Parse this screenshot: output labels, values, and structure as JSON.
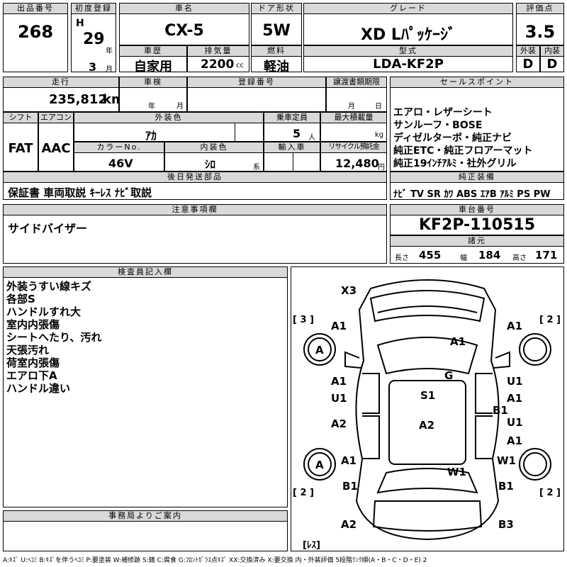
{
  "header": {
    "lot_no_label": "出品番号",
    "lot_no": "268",
    "first_reg_label": "初度登録",
    "era": "H",
    "reg_year": "29",
    "year_unit": "年",
    "reg_month": "3",
    "month_unit": "月",
    "car_name_label": "車名",
    "car_name": "CX-5",
    "door_label": "ドア形状",
    "door": "5W",
    "grade_label": "グレード",
    "grade": "XD Lﾊﾟｯｹｰｼﾞ",
    "score_label": "評価点",
    "score": "3.5",
    "history_label": "車歴",
    "history": "自家用",
    "displacement_label": "排気量",
    "displacement": "2200",
    "displacement_unit": "cc",
    "fuel_label": "燃料",
    "fuel": "軽油",
    "model_label": "型式",
    "model": "LDA-KF2P",
    "exterior_label": "外装",
    "exterior_grade": "D",
    "interior_label": "内装",
    "interior_grade": "D"
  },
  "specs": {
    "mileage_label": "走行",
    "mileage": "235,812",
    "mileage_unit": "km",
    "inspection_label": "車検",
    "inspection_year_unit": "年",
    "inspection_month_unit": "月",
    "plate_label": "登録番号",
    "transfer_label": "譲渡書類期限",
    "transfer_month_unit": "月",
    "transfer_day_unit": "日",
    "shift_label": "シフト",
    "shift": "FAT",
    "ac_label": "エアコン",
    "ac": "AAC",
    "ext_color_label": "外装色",
    "ext_color": "ｱｶ",
    "capacity_label": "乗車定員",
    "capacity": "5",
    "capacity_unit": "人",
    "load_label": "最大積載量",
    "load_unit": "kg",
    "color_no_label": "カラーNo.",
    "color_no": "46V",
    "int_color_label": "内装色",
    "int_color": "ｼﾛ",
    "int_color_unit": "系",
    "import_label": "輸入車",
    "recycle_label": "リサイクル預託金",
    "recycle": "12,480",
    "recycle_unit": "円"
  },
  "sales": {
    "label": "セールスポイント",
    "points": [
      "エアロ・レザーシート",
      "サンルーフ・BOSE",
      "ディゼルターボ・純正ナビ",
      "純正ETC・純正フロアーマット",
      "純正19ｲﾝﾁｱﾙﾐ・社外グリル"
    ]
  },
  "parts": {
    "label": "後日発送部品",
    "value": "保証書 車両取説 ｷｰﾚｽ ﾅﾋﾞ取説"
  },
  "equipment": {
    "label": "純正装備",
    "items": [
      "ﾅﾋﾞ",
      "TV",
      "SR",
      "ｶﾜ",
      "ABS",
      "ｴｱB",
      "ｱﾙﾐ",
      "PS",
      "PW"
    ]
  },
  "notes": {
    "label": "注意事項欄",
    "value": "サイドバイザー"
  },
  "chassis": {
    "label": "車台番号",
    "value": "KF2P-110515",
    "dims_label": "諸元",
    "length_label": "長さ",
    "length": "455",
    "width_label": "幅",
    "width": "184",
    "height_label": "高さ",
    "height": "171"
  },
  "inspector": {
    "label": "検査員記入欄",
    "lines": [
      "外装うすい線キズ",
      "各部S",
      "ハンドルすれ大",
      "室内内張傷",
      "シートへたり、汚れ",
      "天張汚れ",
      "荷室内張傷",
      "エアロ下A",
      "ハンドル違い"
    ]
  },
  "office": {
    "label": "事務局よりご案内"
  },
  "diagram": {
    "marks": [
      "X3",
      "A1",
      "A1",
      "A",
      "A1",
      "G",
      "A1",
      "U1",
      "S1",
      "U1",
      "A1",
      "B1",
      "A2",
      "A2",
      "U1",
      "A1",
      "A",
      "A1",
      "W1",
      "W1",
      "B1",
      "B1",
      "A2",
      "B3",
      "[ 3 ]",
      "[ 2 ]",
      "[ 2 ]",
      "[ 2 ]",
      "[ﾚｽ]"
    ]
  },
  "legend": {
    "text": "A:ｷｽﾞ U:ﾍｺﾐ B:ｷｽﾞを伴うﾍｺﾐ P:要塗装 W:補修跡 S:錆 C:腐食 G:ﾌﾛﾝﾄｶﾞﾗｽ点ｷｽﾞ XX:交換済み X:要交換 内・外装評価 5段階ﾗﾝｸ順(A・B・C・D・E) 2"
  },
  "colors": {
    "header_bg": "#d9d9d9",
    "line": "#000000"
  }
}
